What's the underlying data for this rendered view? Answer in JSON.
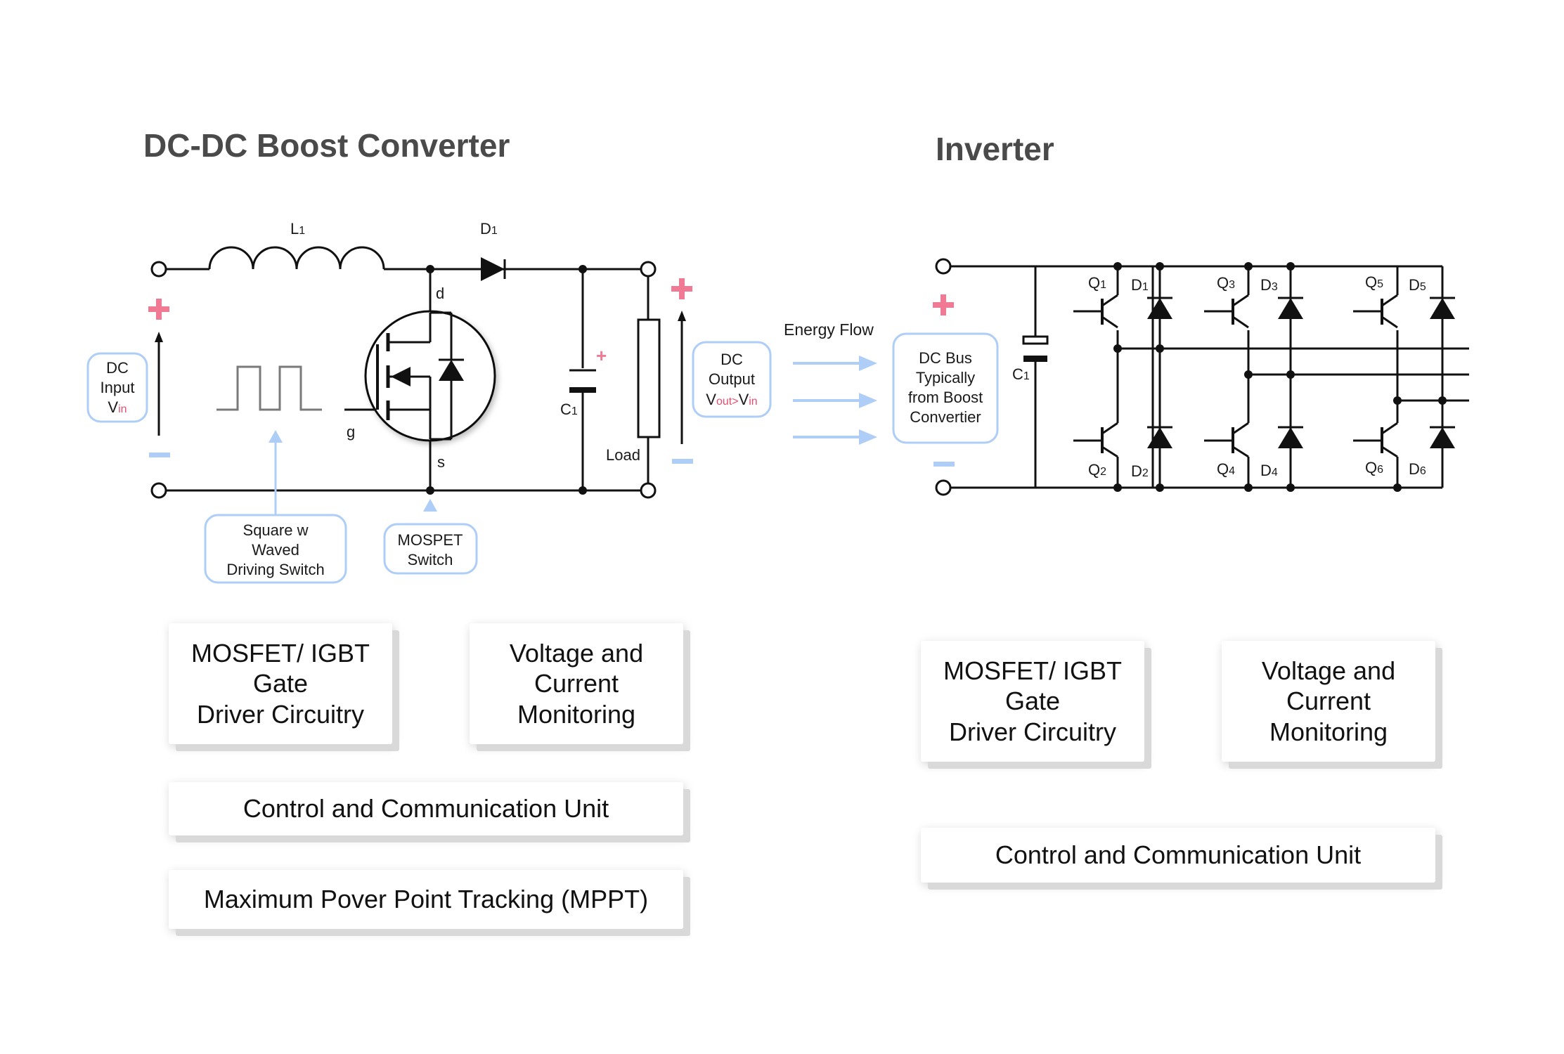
{
  "boost": {
    "title": "DC-DC Boost Converter",
    "inductor_label": "L",
    "inductor_sub": "1",
    "diode_label": "D",
    "diode_sub": "1",
    "cap_label": "C",
    "cap_sub": "1",
    "load_label": "Load",
    "drain": "d",
    "gate": "g",
    "source": "s",
    "input_label": {
      "line1": "DC",
      "line2": "Input",
      "v": "V",
      "v_sub": "in"
    },
    "output_label": {
      "line1": "DC",
      "line2": "Output",
      "v1": "V",
      "v1_sub": "out",
      "gt": ">",
      "v2": "V",
      "v2_sub": "in"
    },
    "square_wave_label": {
      "line1": "Square w",
      "line2": "Waved",
      "line3": "Driving Switch"
    },
    "mosfet_label": {
      "line1": "MOSPET",
      "line2": "Switch"
    },
    "plus": "+",
    "minus": "−"
  },
  "energy_flow": "Energy Flow",
  "inverter": {
    "title": "Inverter",
    "cap_label": "C",
    "cap_sub": "1",
    "dc_bus_label": {
      "line1": "DC Bus",
      "line2": "Typically",
      "line3": "from Boost",
      "line4": "Convertier"
    },
    "transistors": [
      {
        "label": "Q",
        "sub": "1"
      },
      {
        "label": "Q",
        "sub": "2"
      },
      {
        "label": "Q",
        "sub": "3"
      },
      {
        "label": "Q",
        "sub": "4"
      },
      {
        "label": "Q",
        "sub": "5"
      },
      {
        "label": "Q",
        "sub": "6"
      }
    ],
    "diodes": [
      {
        "label": "D",
        "sub": "1"
      },
      {
        "label": "D",
        "sub": "2"
      },
      {
        "label": "D",
        "sub": "3"
      },
      {
        "label": "D",
        "sub": "4"
      },
      {
        "label": "D",
        "sub": "5"
      },
      {
        "label": "D",
        "sub": "6"
      }
    ]
  },
  "cards": {
    "left_gate": "MOSFET/ IGBT\nGate\nDriver Circuitry",
    "left_monitor": "Voltage and\nCurrent\nMonitoring",
    "left_control": "Control and Communication Unit",
    "left_mppt": "Maximum Pover Point Tracking (MPPT)",
    "right_gate": "MOSFET/ IGBT\nGate\nDriver Circuitry",
    "right_monitor": "Voltage and\nCurrent\nMonitoring",
    "right_control": "Control and Communication Unit"
  },
  "colors": {
    "wire": "#111111",
    "accent_blue": "#aecdf7",
    "plus_pink": "#f07a94",
    "minus_blue": "#aecdf7",
    "title_gray": "#4a4a4a"
  }
}
